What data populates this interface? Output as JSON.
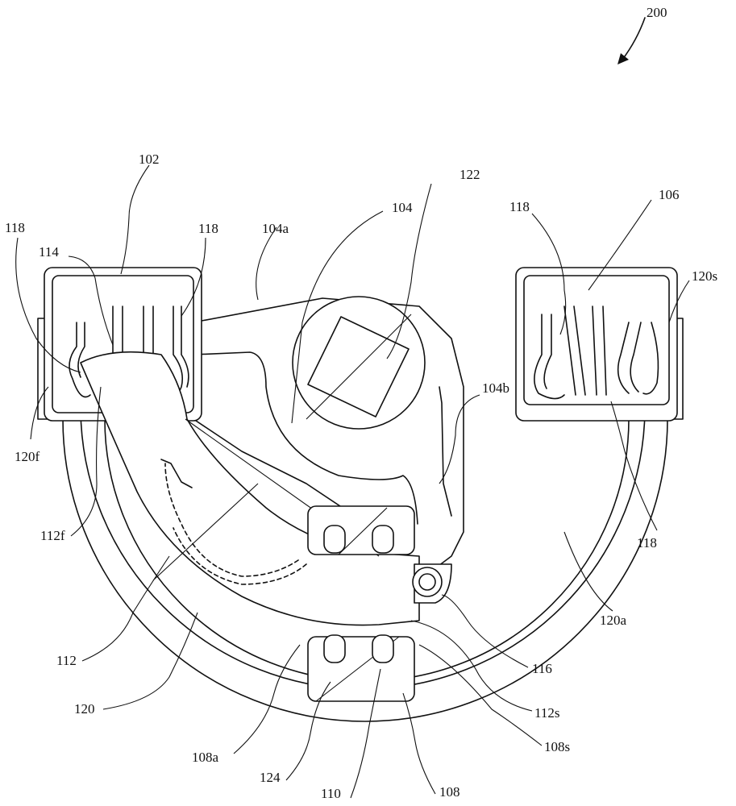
{
  "figure": {
    "ref": "200",
    "labels": {
      "l102": "102",
      "l104": "104",
      "l104a": "104a",
      "l104b": "104b",
      "l106": "106",
      "l108": "108",
      "l108a": "108a",
      "l108s": "108s",
      "l110": "110",
      "l112": "112",
      "l112f": "112f",
      "l112s": "112s",
      "l114": "114",
      "l116": "116",
      "l118_a": "118",
      "l118_b": "118",
      "l118_c": "118",
      "l118_d": "118",
      "l120": "120",
      "l120a": "120a",
      "l120f": "120f",
      "l120s": "120s",
      "l122": "122",
      "l124": "124"
    }
  }
}
